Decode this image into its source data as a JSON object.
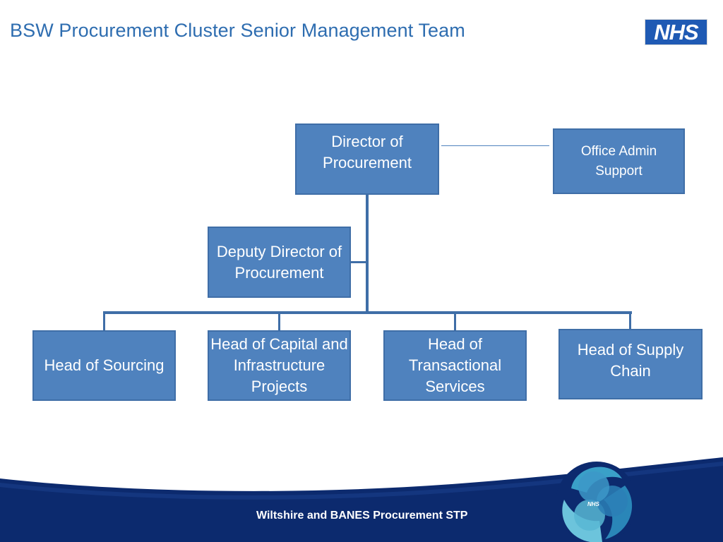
{
  "header": {
    "title": "BSW Procurement Cluster Senior Management Team",
    "logo_text": "NHS"
  },
  "org": {
    "director": "Director of Procurement",
    "admin": "Office Admin Support",
    "deputy": "Deputy Director of Procurement",
    "heads": [
      "Head of Sourcing",
      "Head of Capital and Infrastructure Projects",
      "Head of Transactional Services",
      "Head of Supply Chain"
    ]
  },
  "footer": {
    "text": "Wiltshire and BANES Procurement STP",
    "emblem_label": "NHS"
  },
  "colors": {
    "box_fill": "#4f82be",
    "connector": "#3f6ea7",
    "footer_navy": "#0c2a6e",
    "title": "#2e6db0"
  }
}
